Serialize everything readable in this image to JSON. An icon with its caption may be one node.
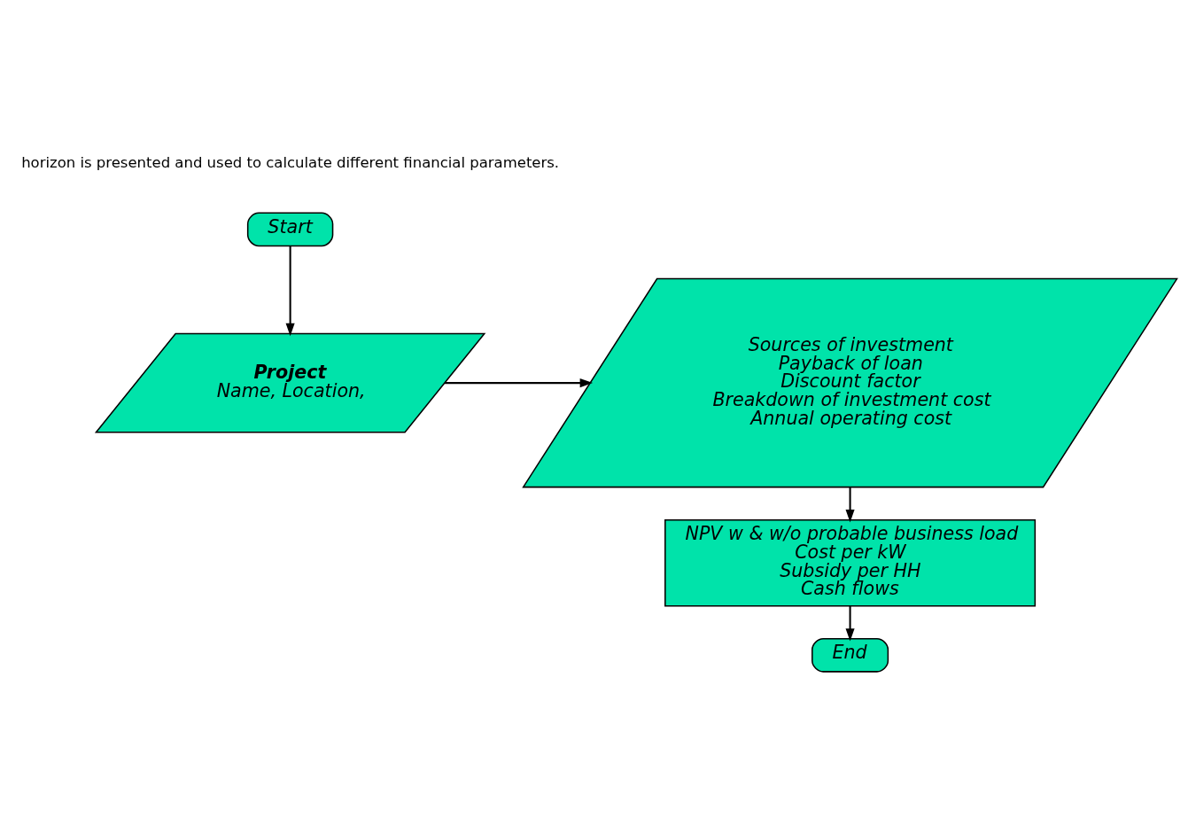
{
  "diagram": {
    "nodes": [
      {
        "text": [
          "Start"
        ]
      },
      {
        "text": [
          "Project",
          "Name, Location,"
        ]
      },
      {
        "text": [
          "Sources of investment",
          "Payback of loan",
          "Discount factor",
          "Breakdown of investment cost",
          "Annual operating cost"
        ]
      },
      {
        "text": [
          "NPV w & w/o probable business load",
          "Cost per kW",
          "Subsidy per HH",
          "Cash flows"
        ]
      },
      {
        "text": [
          "End"
        ]
      }
    ],
    "edges": [
      {
        "from": 0,
        "to": 1,
        "arrow": "to"
      },
      {
        "from": 1,
        "to": 2,
        "arrow": "to"
      },
      {
        "from": 2,
        "to": 3,
        "arrow": "to"
      },
      {
        "from": 3,
        "to": 4,
        "arrow": "to"
      }
    ],
    "labels": [
      "horizon is presented and used to calculate different financial parameters."
    ]
  }
}
